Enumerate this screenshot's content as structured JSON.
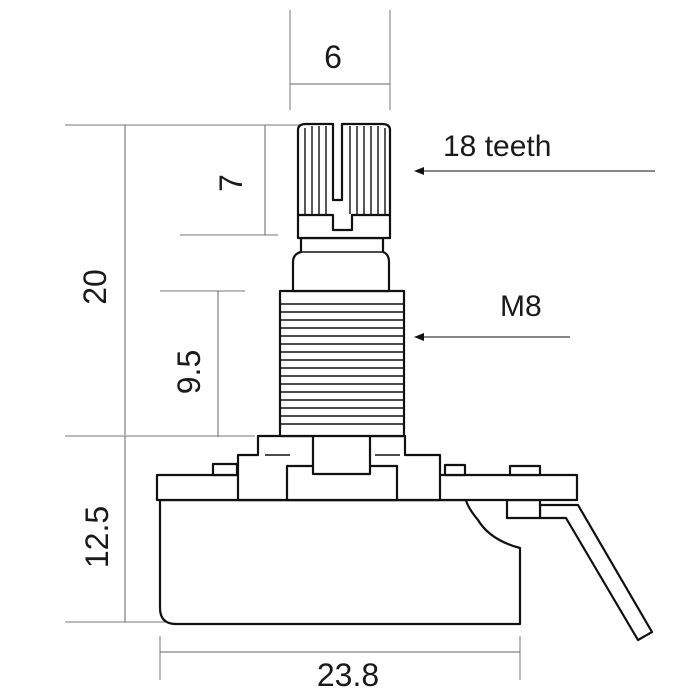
{
  "dimensions": {
    "shaft_width": "6",
    "knurl_height": "7",
    "total_height": "20",
    "thread_length": "9.5",
    "body_height": "12.5",
    "body_width": "23.8"
  },
  "callouts": {
    "teeth": "18 teeth",
    "thread": "M8"
  },
  "colors": {
    "line": "#111111",
    "dimension_line": "#666666",
    "background": "#ffffff"
  }
}
